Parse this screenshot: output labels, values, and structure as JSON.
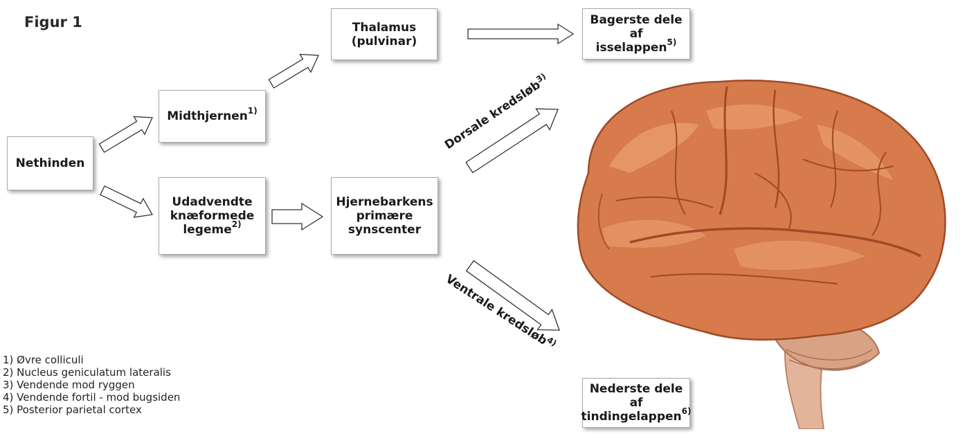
{
  "figure_title": "Figur 1",
  "nodes": {
    "nethinden": {
      "lines": [
        "Nethinden"
      ]
    },
    "midthjernen": {
      "lines": [
        "Midthjernen"
      ],
      "sup": "1)"
    },
    "thalamus": {
      "lines": [
        "Thalamus",
        "(pulvinar)"
      ]
    },
    "bagerste": {
      "lines": [
        "Bagerste dele af",
        "isselappen"
      ],
      "sup": "5)"
    },
    "udadvendte": {
      "lines": [
        "Udadvendte",
        "knæformede",
        "legeme"
      ],
      "sup": "2)"
    },
    "hjernebarkens": {
      "lines": [
        "Hjernebarkens",
        "primære",
        "synscenter"
      ]
    },
    "nederste": {
      "lines": [
        "Nederste dele af",
        "tindingelappen"
      ],
      "sup": "6)"
    }
  },
  "pathways": {
    "dorsal": {
      "label": "Dorsale kredsløb",
      "sup": "3)"
    },
    "ventral": {
      "label": "Ventrale kredsløb",
      "sup": "4)"
    }
  },
  "footnotes": [
    "1) Øvre colliculi",
    "2) Nucleus geniculatum lateralis",
    "3) Vendende mod ryggen",
    "4) Vendende fortil - mod bugsiden",
    "5) Posterior parietal cortex"
  ],
  "colors": {
    "box_border": "#a9a9a9",
    "arrow_stroke": "#333333",
    "brain_main": "#d77a4c",
    "brain_dark": "#b0522c",
    "brain_light": "#f0a878",
    "brainstem": "#e2b49a"
  }
}
